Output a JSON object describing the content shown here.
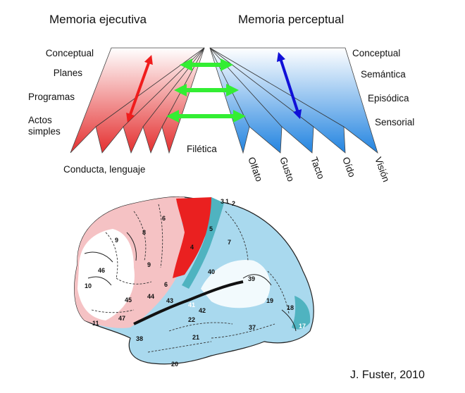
{
  "titles": {
    "executive": "Memoria ejecutiva",
    "perceptual": "Memoria perceptual"
  },
  "executive_levels": [
    "Conceptual",
    "Planes",
    "Programas",
    "Actos simples"
  ],
  "executive_base": "Conducta, lenguaje",
  "perceptual_levels": [
    "Conceptual",
    "Semántica",
    "Episódica",
    "Sensorial"
  ],
  "perceptual_base": [
    "Olfato",
    "Gusto",
    "Tacto",
    "Oído",
    "Visión"
  ],
  "center_label": "Filética",
  "brain_areas": [
    "3",
    "1",
    "2",
    "6",
    "8",
    "9",
    "4",
    "5",
    "7",
    "46",
    "9",
    "40",
    "39",
    "10",
    "6",
    "43",
    "44",
    "45",
    "41",
    "42",
    "19",
    "18",
    "17",
    "11",
    "47",
    "22",
    "37",
    "21",
    "38",
    "20"
  ],
  "credit": "J. Fuster, 2010",
  "colors": {
    "executive": "#e53030",
    "perceptual": "#2a86e0",
    "arrow_exec": "#f01c1c",
    "arrow_perc": "#1010d8",
    "arrow_link": "#33ee33",
    "brain_blue": "#a9d9ee",
    "brain_teal": "#4fb3c0"
  }
}
